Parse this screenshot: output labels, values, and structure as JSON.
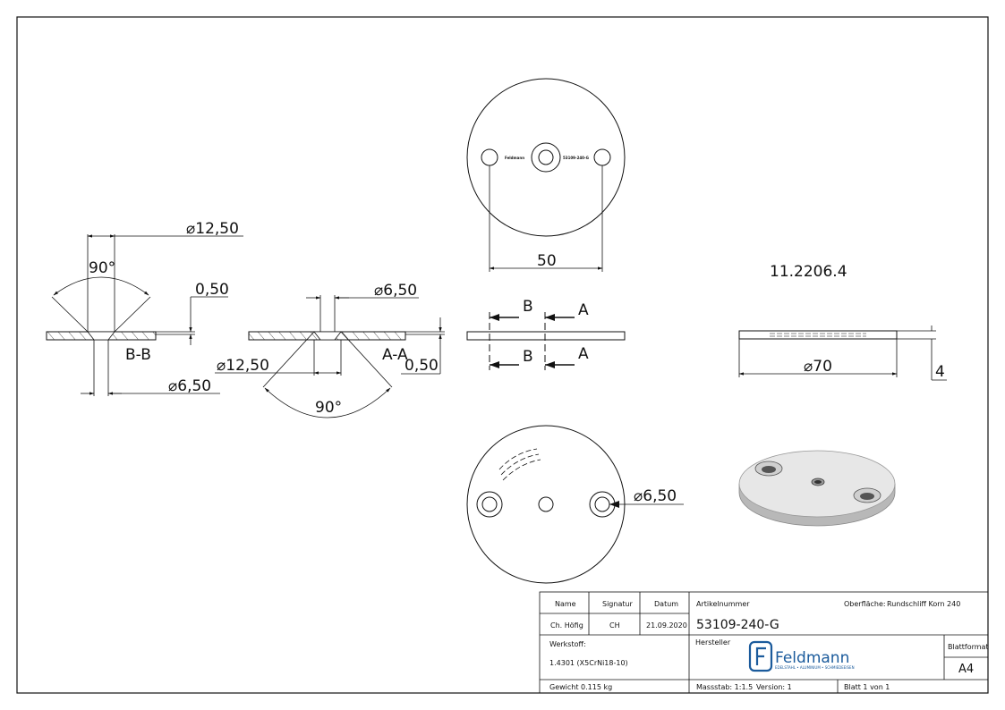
{
  "views": {
    "section_bb": {
      "label": "B-B",
      "dim_counter_diameter": "12,50",
      "dim_angle": "90°",
      "dim_depth": "0,50",
      "dim_hole_diameter": "6,50"
    },
    "section_aa": {
      "label": "A-A",
      "dim_hole_diameter": "6,50",
      "dim_counter_diameter": "12,50",
      "dim_depth": "0,50",
      "dim_angle": "90°"
    },
    "top_view": {
      "dim_hole_spacing": "50",
      "engraving_brand": "Feldmann",
      "engraving_article": "53109-240-G"
    },
    "side_view": {
      "cut_b": "B",
      "cut_a": "A"
    },
    "right_side_view": {
      "reference_number": "11.2206.4",
      "dim_diameter": "70",
      "dim_thickness": "4"
    },
    "bottom_view": {
      "dim_hole_diameter": "6,50"
    }
  },
  "symbols": {
    "diameter": "⌀"
  },
  "title_block": {
    "col_name": "Name",
    "col_signature": "Signatur",
    "col_date": "Datum",
    "name": "Ch. Höfig",
    "signature": "CH",
    "date": "21.09.2020",
    "article_label": "Artikelnummer",
    "article_number": "53109-240-G",
    "surface_label": "Oberfläche:",
    "surface_value": "Rundschliff Korn 240",
    "material_label": "Werkstoff:",
    "material_value": "1.4301 (X5CrNi18-10)",
    "manufacturer_label": "Hersteller",
    "logo_text": "Feldmann",
    "logo_tagline": "EDELSTAHL • ALUMINIUM • SCHMIEDEEISEN",
    "sheet_format_label": "Blattformat",
    "sheet_format": "A4",
    "weight": "Gewicht 0.115 kg",
    "scale": "Massstab: 1:1.5",
    "version": "Version: 1",
    "sheet": "Blatt 1 von 1"
  },
  "colors": {
    "line": "#111111",
    "logo_blue": "#1b5b9c",
    "part_face": "#e7e7e7",
    "part_edge": "#b8b8b8"
  }
}
